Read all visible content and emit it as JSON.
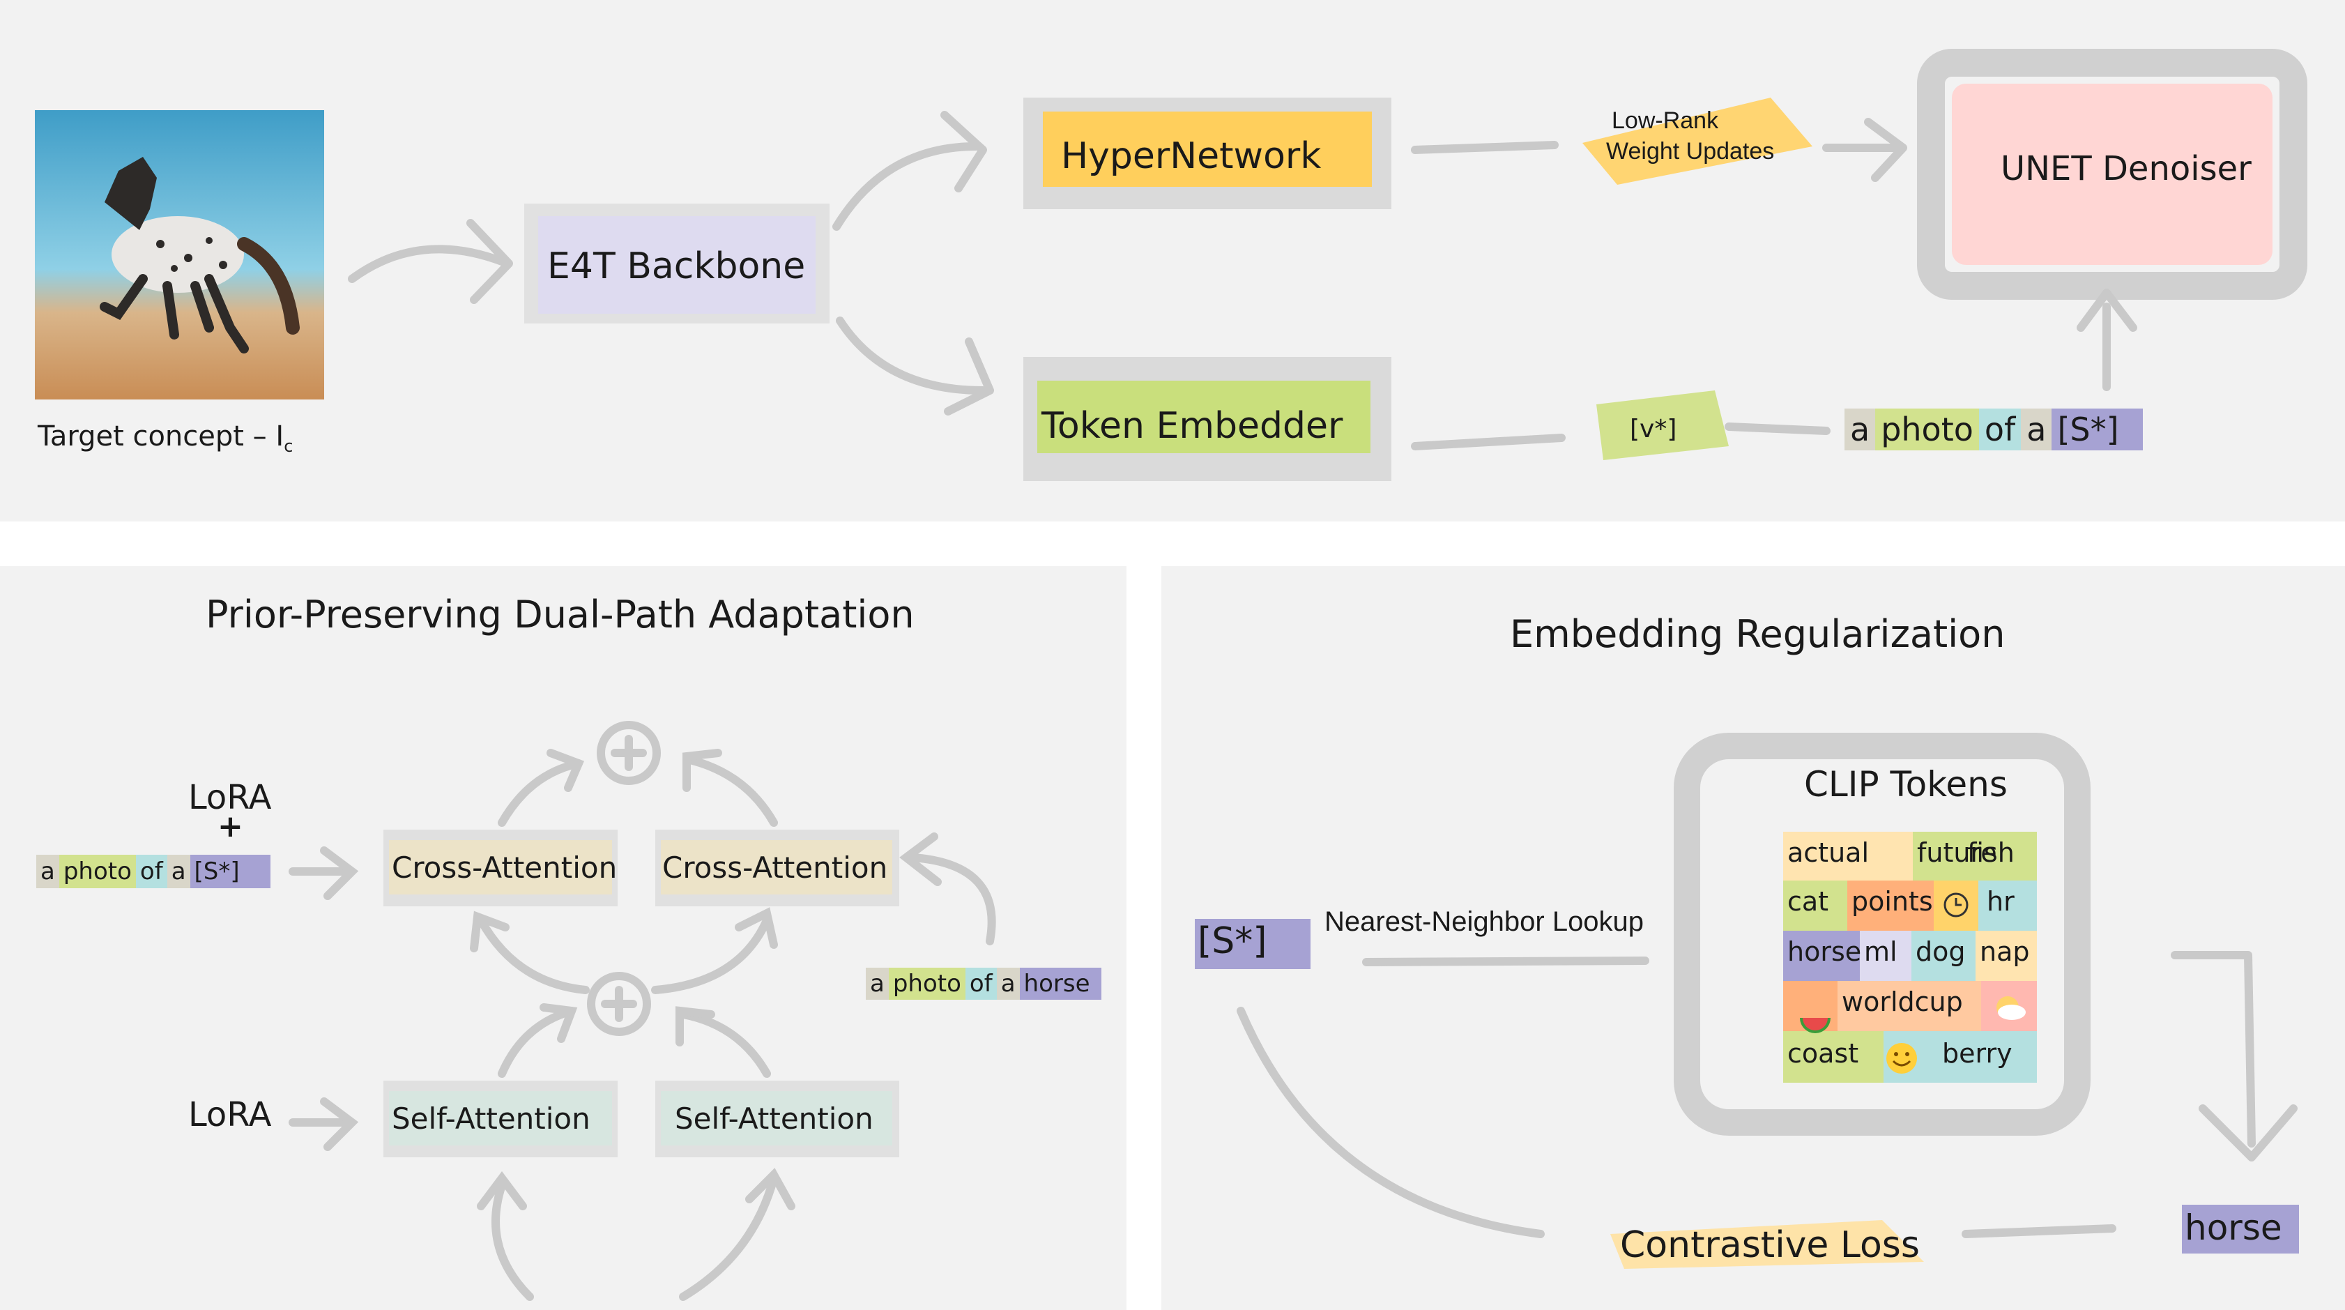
{
  "top": {
    "target_label": "Target concept – I",
    "target_subscript": "c",
    "backbone": "E4T Backbone",
    "hypernetwork": "HyperNetwork",
    "token_embedder": "Token Embedder",
    "lowrank_line1": "Low-Rank",
    "lowrank_line2": "Weight Updates",
    "unet": "UNET Denoiser",
    "vstar": "[v*]",
    "prompt_tokens": [
      "a",
      "photo",
      "of",
      "a",
      "[S*]"
    ]
  },
  "left": {
    "title": "Prior-Preserving Dual-Path Adaptation",
    "lora_top": "LoRA",
    "plus": "+",
    "lora_bottom": "LoRA",
    "cross_attention_1": "Cross-Attention",
    "cross_attention_2": "Cross-Attention",
    "self_attention_1": "Self-Attention",
    "self_attention_2": "Self-Attention",
    "prompt_s_tokens": [
      "a",
      "photo",
      "of",
      "a",
      "[S*]"
    ],
    "prompt_horse_tokens": [
      "a",
      "photo",
      "of",
      "a",
      "horse"
    ]
  },
  "right": {
    "title": "Embedding Regularization",
    "s_token": "[S*]",
    "nn_lookup": "Nearest-Neighbor Lookup",
    "clip_title": "CLIP Tokens",
    "clip_tokens": [
      "actual",
      "future",
      "fish",
      "cat",
      "points",
      "hr",
      "horse",
      "ml",
      "dog",
      "nap",
      "worldcup",
      "coast",
      "berry"
    ],
    "contrastive_loss": "Contrastive Loss",
    "horse": "horse"
  },
  "colors": {
    "panel_bg": "#f2f2f2",
    "hypernetwork": "#ffcf5c",
    "token_embedder": "#c9df7c",
    "backbone": "#dedbf0",
    "unet": "#ffd6d4",
    "token_purple": "#a6a2d3",
    "token_teal": "#b4e0e0",
    "token_green": "#d2e28e",
    "token_gray": "#d9d6c9",
    "token_yellow": "#ffd36a"
  }
}
